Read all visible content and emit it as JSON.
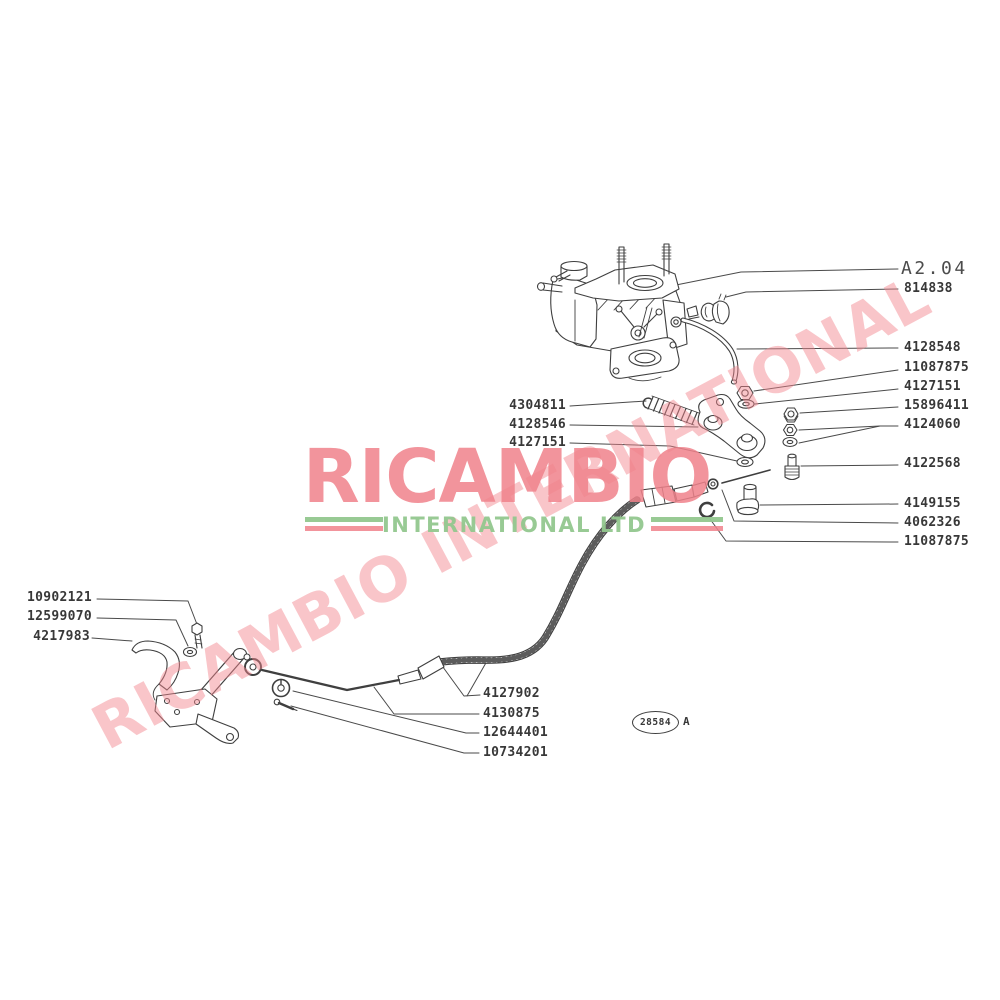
{
  "watermark": {
    "brand": "RICAMBIO",
    "subtitle": "INTERNATIONAL LTD",
    "diagonal_text": "RICAMBIO INTERNATIONAL",
    "brand_color": "#F0818B",
    "subtitle_color": "#92C78E"
  },
  "diagram": {
    "sheet_code": "A2.04",
    "ref_number": "28584",
    "ref_suffix": "A",
    "line_color": "#3F3F3F"
  },
  "part_labels": {
    "right": [
      "814838",
      "4128548",
      "11087875",
      "4127151",
      "15896411",
      "4124060",
      "4122568",
      "4149155",
      "4062326",
      "11087875"
    ],
    "linkage": [
      "4304811",
      "4128546",
      "4127151"
    ],
    "pedal": [
      "10902121",
      "12599070",
      "4217983"
    ],
    "cable": [
      "4127902",
      "4130875",
      "12644401",
      "10734201"
    ]
  }
}
